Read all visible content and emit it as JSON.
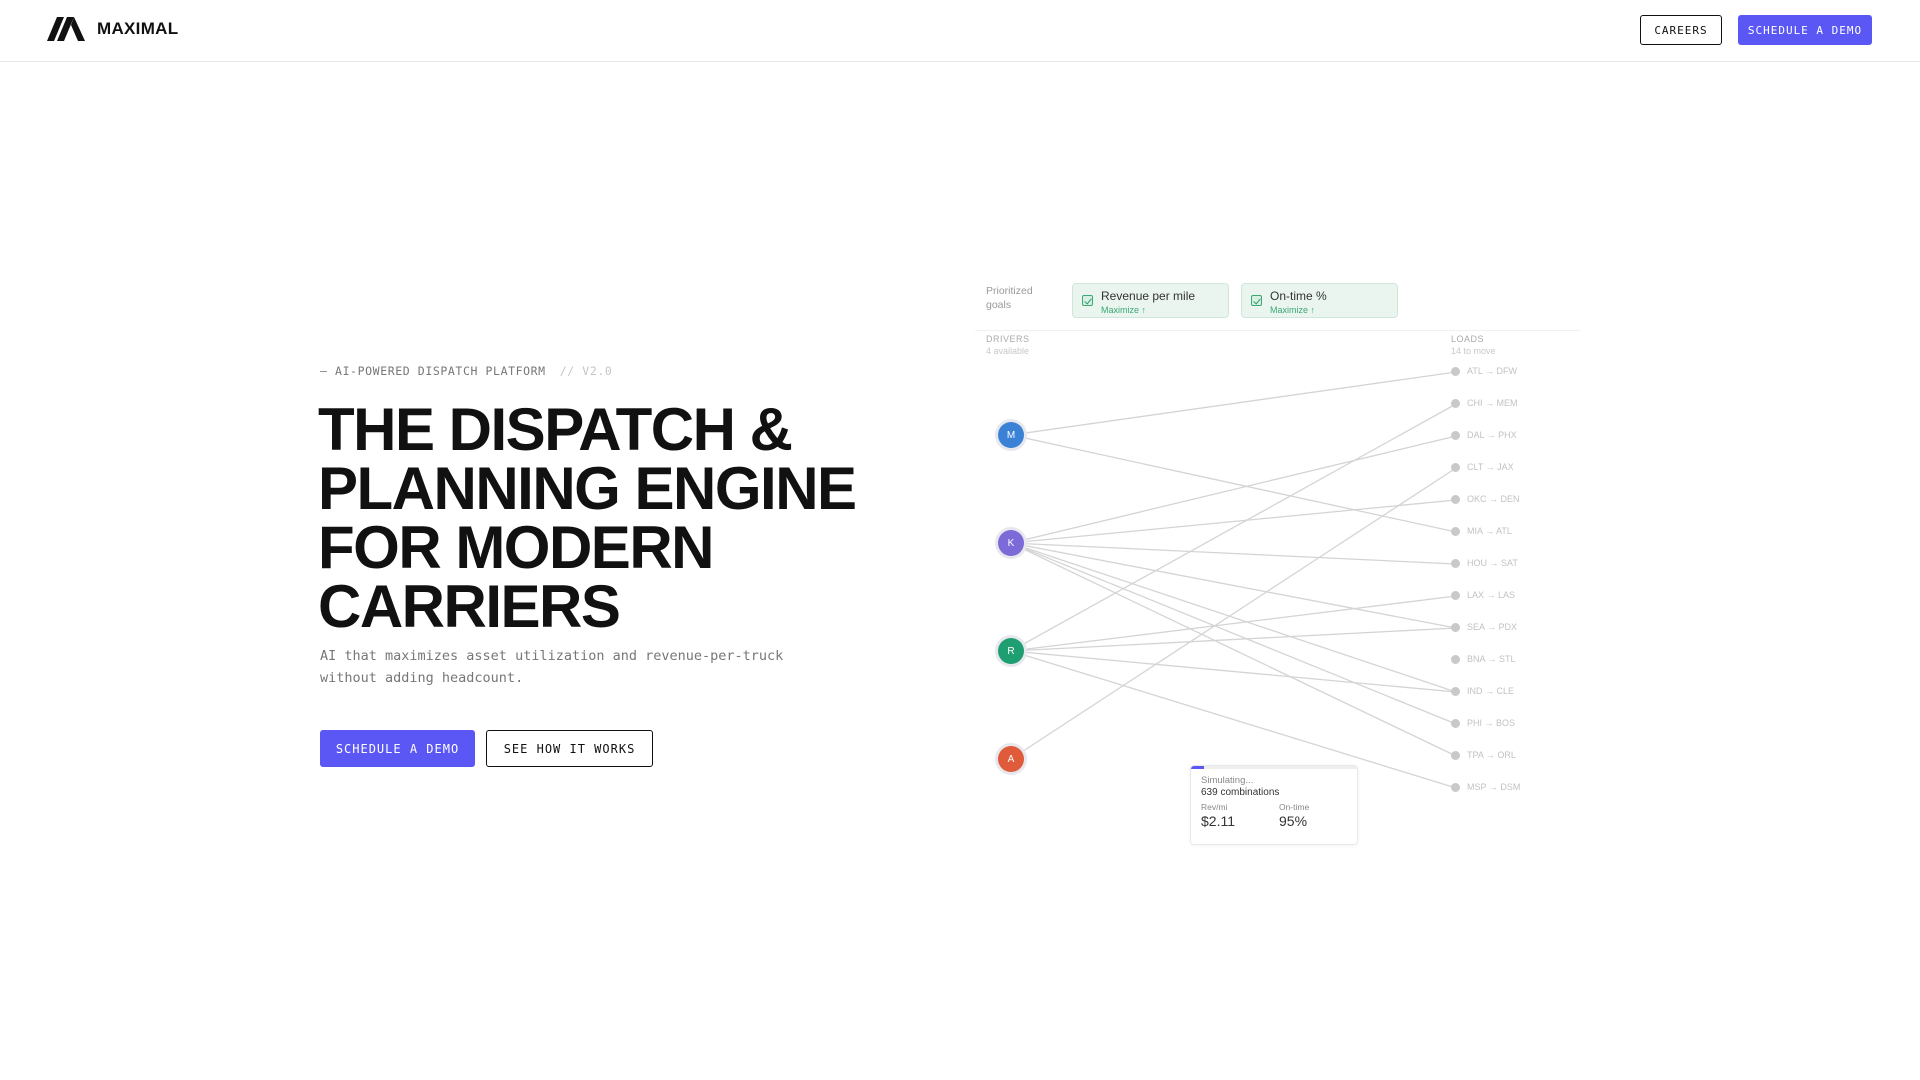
{
  "header": {
    "brand": "MAXIMAL",
    "careers_label": "CAREERS",
    "demo_label": "SCHEDULE A DEMO"
  },
  "hero": {
    "eyebrow": "— AI-POWERED DISPATCH PLATFORM",
    "version": "// V2.0",
    "headline": [
      "THE DISPATCH &",
      "PLANNING ENGINE",
      "FOR MODERN",
      "CARRIERS"
    ],
    "subtext": [
      "AI that maximizes asset utilization and revenue-per-truck",
      "without adding headcount."
    ],
    "cta_primary": "SCHEDULE A DEMO",
    "cta_secondary": "SEE HOW IT WORKS"
  },
  "viz": {
    "goals_label": "Prioritized goals",
    "goals": [
      {
        "title": "Revenue per mile",
        "sub": "Maximize ↑"
      },
      {
        "title": "On-time %",
        "sub": "Maximize ↑"
      }
    ],
    "drivers_title": "DRIVERS",
    "drivers_sub": "4 available",
    "loads_title": "LOADS",
    "loads_sub": "14 to move",
    "drivers": [
      {
        "initial": "M",
        "color": "#3b82d6"
      },
      {
        "initial": "K",
        "color": "#7b6ad8"
      },
      {
        "initial": "R",
        "color": "#1f9e72"
      },
      {
        "initial": "A",
        "color": "#df5b3a"
      }
    ],
    "loads": [
      "ATL → DFW",
      "CHI → MEM",
      "DAL → PHX",
      "CLT → JAX",
      "OKC → DEN",
      "MIA → ATL",
      "HOU → SAT",
      "LAX → LAS",
      "SEA → PDX",
      "BNA → STL",
      "IND → CLE",
      "PHI → BOS",
      "TPA → ORL",
      "MSP → DSM"
    ],
    "connections": [
      [
        0,
        0
      ],
      [
        0,
        5
      ],
      [
        1,
        2
      ],
      [
        1,
        4
      ],
      [
        1,
        6
      ],
      [
        1,
        8
      ],
      [
        1,
        10
      ],
      [
        1,
        11
      ],
      [
        1,
        12
      ],
      [
        2,
        1
      ],
      [
        2,
        7
      ],
      [
        2,
        8
      ],
      [
        2,
        10
      ],
      [
        2,
        13
      ],
      [
        3,
        3
      ]
    ],
    "simulation": {
      "status": "Simulating...",
      "combinations": "639 combinations",
      "progress": 0.08,
      "metrics": [
        {
          "label": "Rev/mi",
          "value": "$2.11"
        },
        {
          "label": "On-time",
          "value": "95%"
        }
      ]
    }
  }
}
